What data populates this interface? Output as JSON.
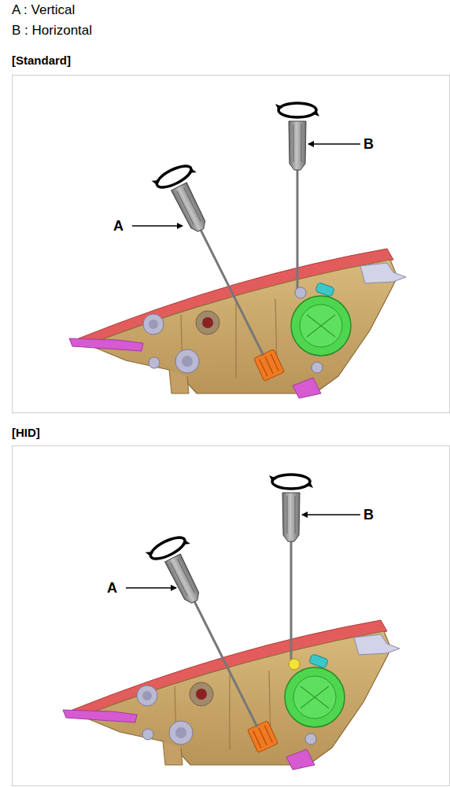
{
  "diagram": {
    "nodes": [
      {
        "text": [
          "[Standard]"
        ]
      },
      {
        "text": [
          "[HID]"
        ]
      }
    ],
    "labels": [
      "A : Vertical",
      "B : Horizontal",
      "A",
      "B",
      "A",
      "B"
    ]
  }
}
